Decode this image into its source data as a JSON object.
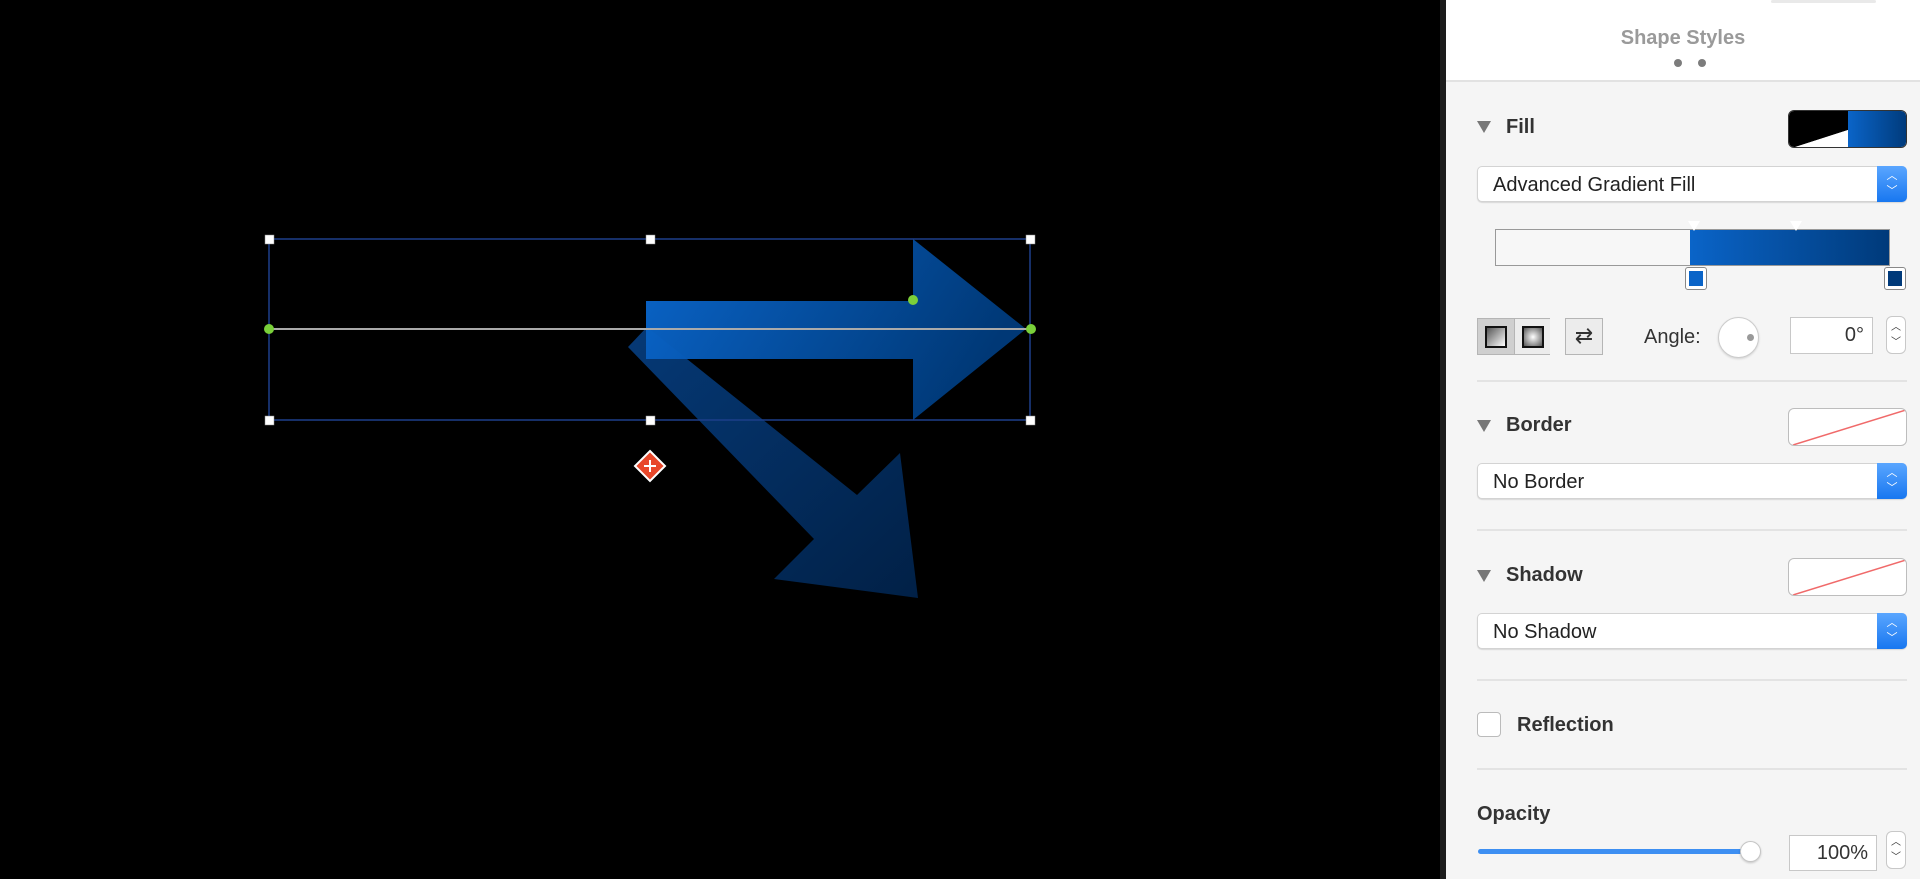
{
  "panel": {
    "title": "Shape Styles",
    "page_dots": 2,
    "fill": {
      "label": "Fill",
      "type": "Advanced Gradient Fill",
      "stops": [
        {
          "color": "#0a64c8",
          "position": 0.4
        },
        {
          "color": "#003a7a",
          "position": 1.0
        }
      ],
      "angle_label": "Angle:",
      "angle_value": "0°"
    },
    "border": {
      "label": "Border",
      "type": "No Border"
    },
    "shadow": {
      "label": "Shadow",
      "type": "No Shadow"
    },
    "reflection": {
      "label": "Reflection",
      "checked": false
    },
    "opacity": {
      "label": "Opacity",
      "value": "100%",
      "fraction": 1.0
    }
  },
  "colors": {
    "accent": "#1877f0",
    "arrow_start": "#0a64c8",
    "arrow_end": "#003a7a",
    "handle_green": "#7ad03a",
    "anchor_red": "#e8472a"
  }
}
